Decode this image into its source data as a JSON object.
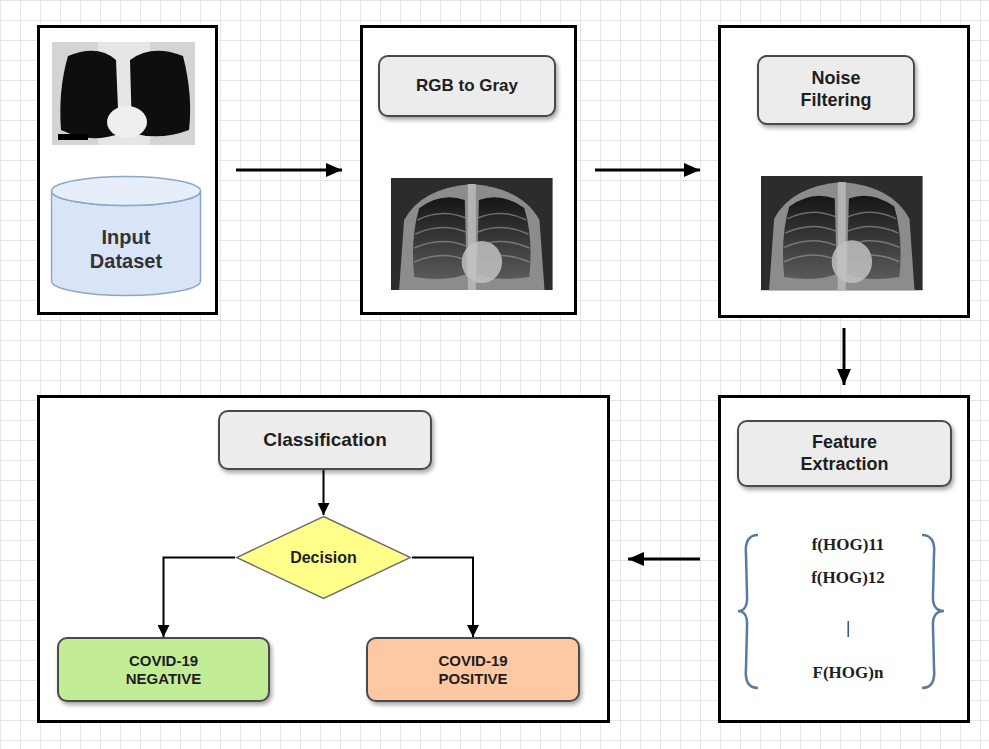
{
  "diagram": {
    "nodes": [
      {
        "text": []
      },
      {
        "text": [
          "Input Dataset"
        ],
        "in": 0
      },
      {
        "text": []
      },
      {
        "text": [
          "RGB to Gray"
        ],
        "in": 2
      },
      {
        "text": []
      },
      {
        "text": [
          "Noise Filtering"
        ],
        "in": 4
      },
      {
        "text": [
          "f(HOG)11",
          "f(HOG)12",
          "|",
          "F(HOG)n"
        ]
      },
      {
        "text": [
          "Feature Extraction"
        ],
        "in": 6
      },
      {
        "text": []
      },
      {
        "text": [
          "Classification"
        ],
        "in": 8
      },
      {
        "text": [
          "Decision"
        ],
        "in": 8
      },
      {
        "text": [
          "COVID-19 NEGATIVE"
        ],
        "in": 8
      },
      {
        "text": [
          "COVID-19 POSITIVE"
        ],
        "in": 8
      }
    ],
    "edges": [
      {
        "from": 0,
        "to": 2,
        "arrow": "to"
      },
      {
        "from": 2,
        "to": 4,
        "arrow": "to"
      },
      {
        "from": 4,
        "to": 6,
        "arrow": "to"
      },
      {
        "from": 6,
        "to": 8,
        "arrow": "to"
      },
      {
        "from": 9,
        "to": 10,
        "arrow": "to"
      },
      {
        "from": 10,
        "to": 11,
        "arrow": "to"
      },
      {
        "from": 10,
        "to": 12,
        "arrow": "to"
      }
    ]
  }
}
